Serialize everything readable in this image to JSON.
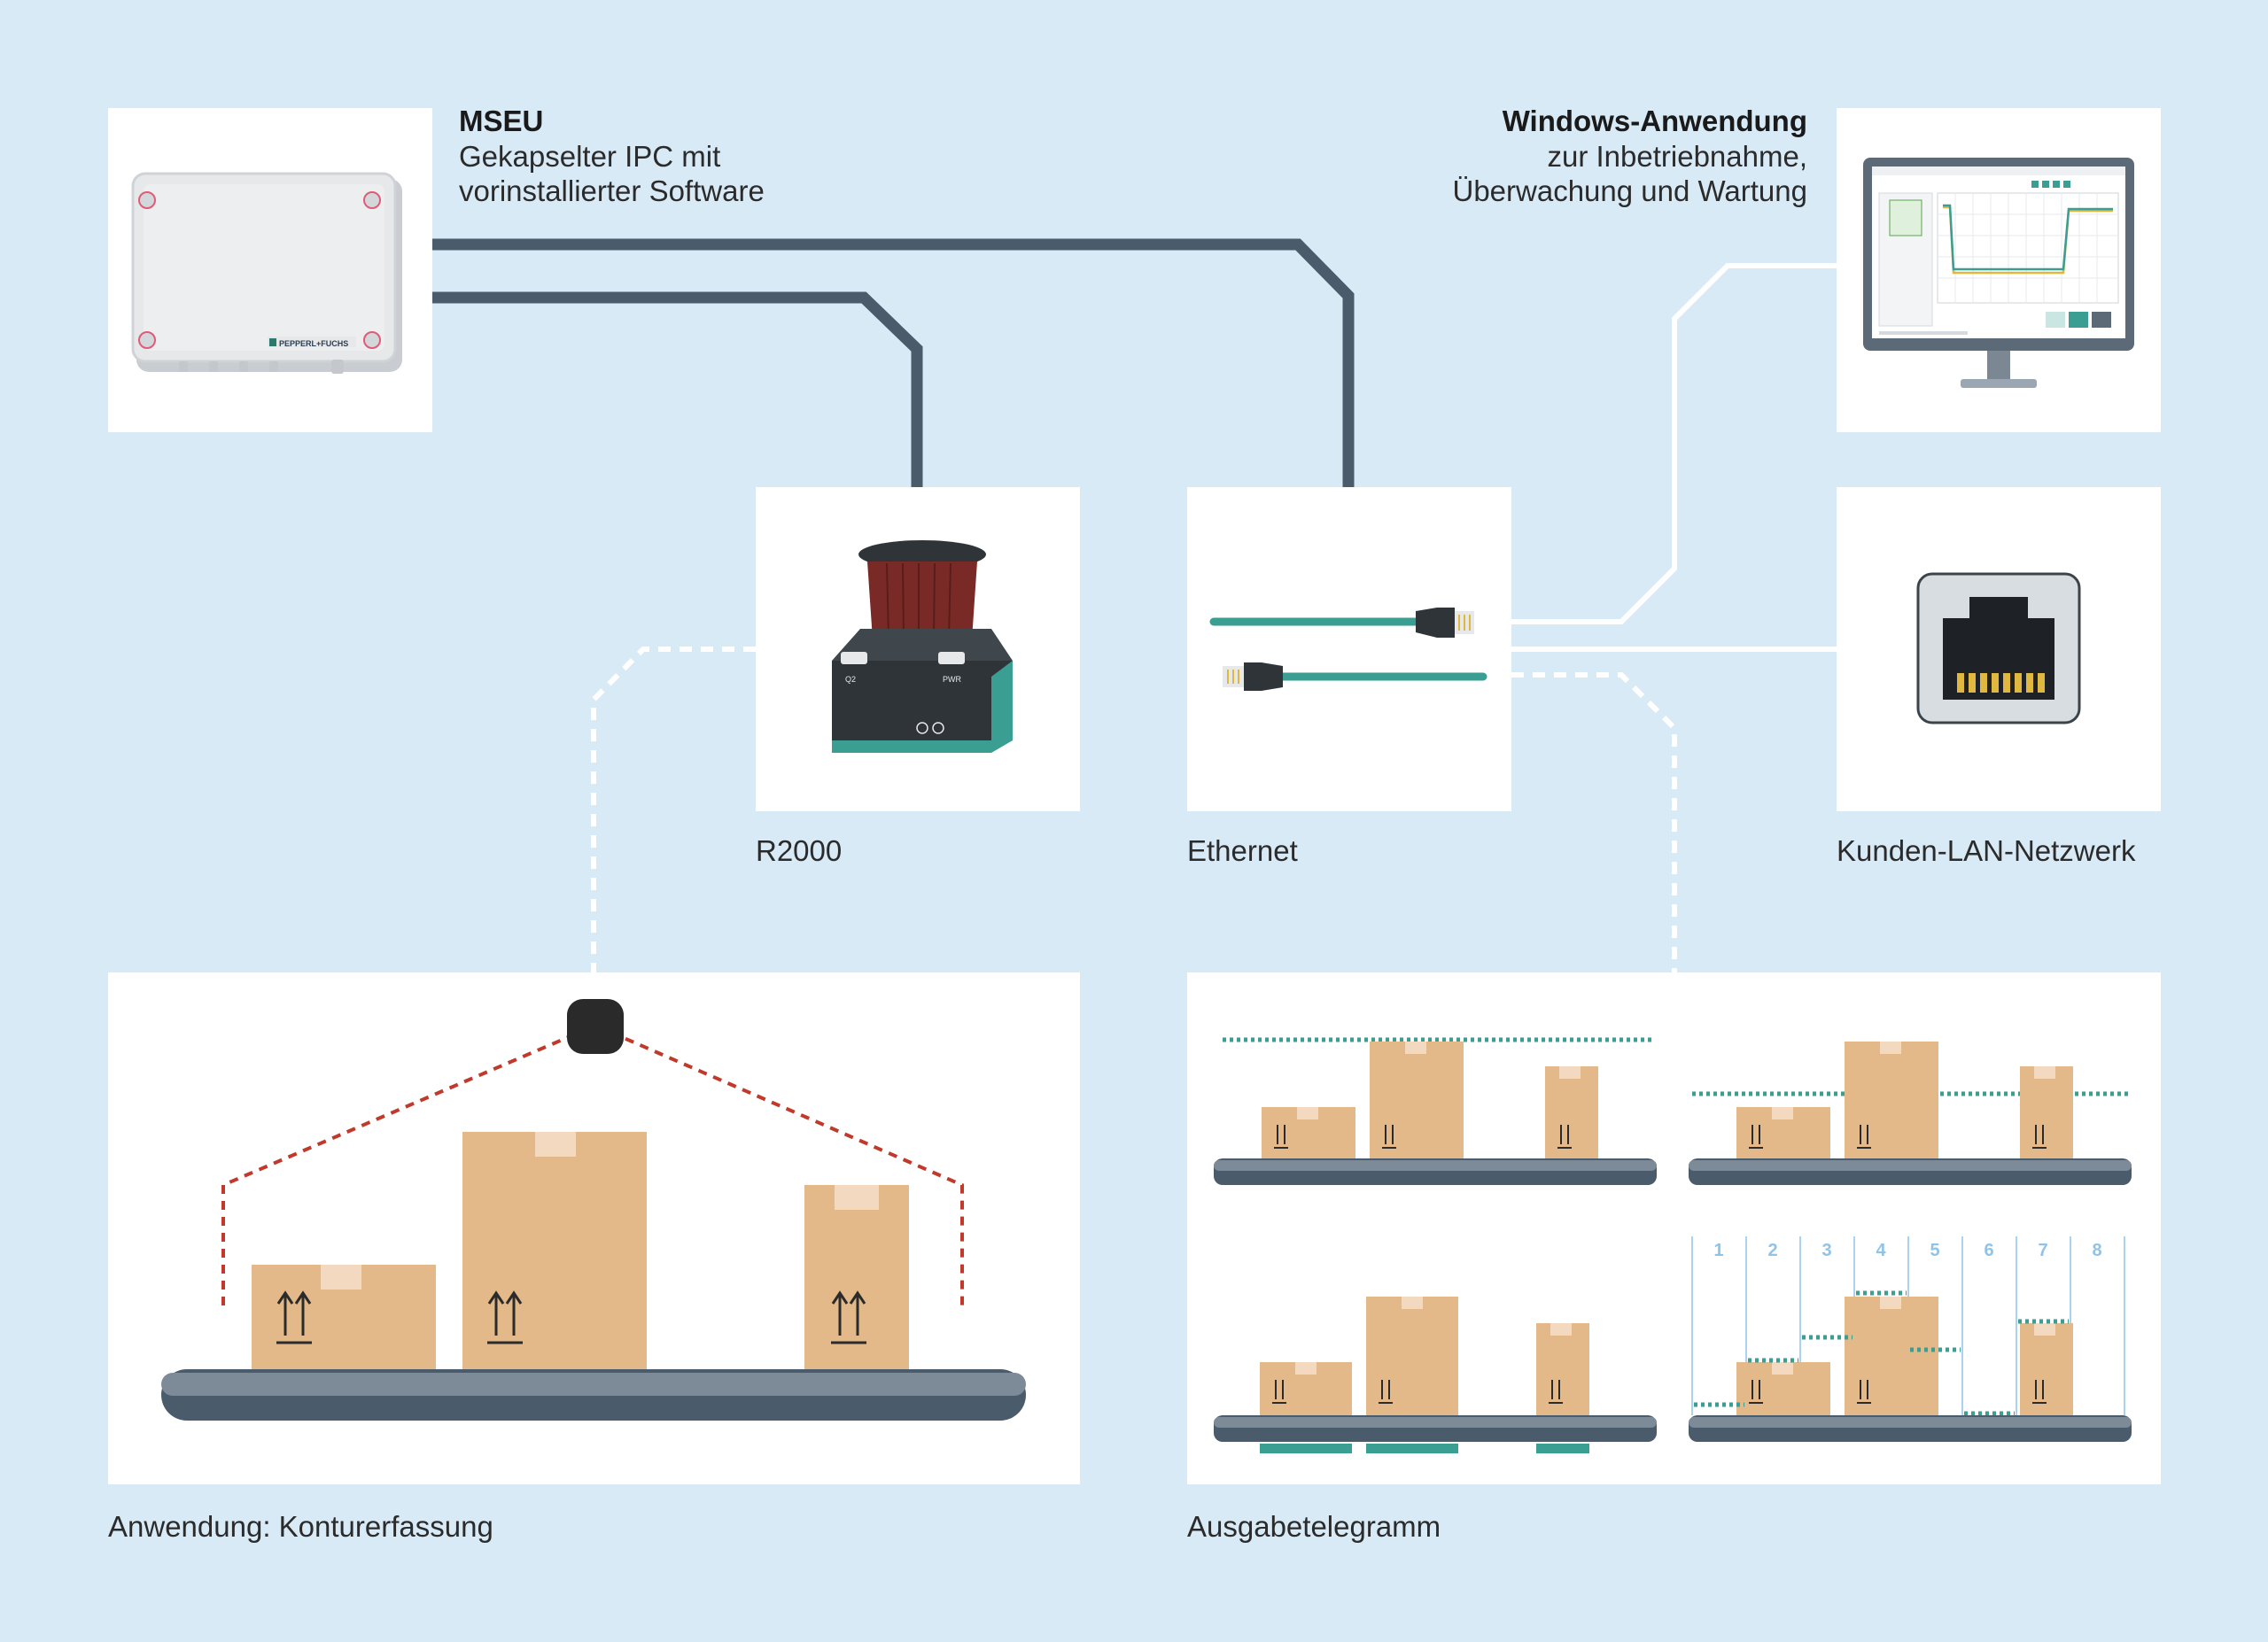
{
  "mseu": {
    "title": "MSEU",
    "subtitle_line1": "Gekapselter IPC mit",
    "subtitle_line2": "vorinstallierter Software",
    "brand": "PEPPERL+FUCHS"
  },
  "windows_app": {
    "title": "Windows-Anwendung",
    "subtitle_line1": "zur Inbetriebnahme,",
    "subtitle_line2": "Überwachung und Wartung"
  },
  "r2000": {
    "label": "R2000",
    "key_q2": "Q2",
    "key_pwr": "PWR"
  },
  "ethernet": {
    "label": "Ethernet"
  },
  "lan": {
    "label": "Kunden-LAN-Netzwerk"
  },
  "application": {
    "label": "Anwendung: Konturerfassung"
  },
  "output": {
    "label": "Ausgabetelegramm",
    "zone_numbers": [
      "1",
      "2",
      "3",
      "4",
      "5",
      "6",
      "7",
      "8"
    ]
  },
  "colors": {
    "background": "#d9eaf7",
    "cable_dark": "#4a5b6b",
    "cable_teal": "#3a9e92",
    "box_brown": "#e3b98a",
    "box_tape": "#f3d9c0",
    "laser_red": "#c0392b",
    "zone_blue": "#8fc3e8",
    "conveyor": "#7d8a97"
  }
}
